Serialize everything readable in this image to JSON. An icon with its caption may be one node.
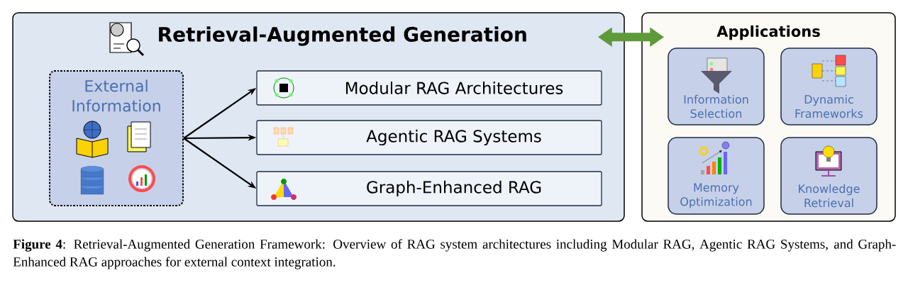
{
  "diagram": {
    "caption": "**Figure 4**: Retrieval-Augmented Generation Framework: Overview of RAG system architectures including Modular RAG, Agentic RAG Systems, and Graph-Enhanced RAG approaches for external context integration.",
    "nodes": [
      {
        "text": [
          "Retrieval-Augmented Generation"
        ]
      },
      {
        "text": [
          "External Information"
        ],
        "in": 0
      },
      {
        "text": [
          "Modular RAG Architectures"
        ],
        "in": 0
      },
      {
        "text": [
          "Agentic RAG Systems"
        ],
        "in": 0
      },
      {
        "text": [
          "Graph-Enhanced RAG"
        ],
        "in": 0
      },
      {
        "text": [
          "Applications"
        ]
      },
      {
        "text": [
          "Information Selection"
        ],
        "in": 5
      },
      {
        "text": [
          "Dynamic Frameworks"
        ],
        "in": 5
      },
      {
        "text": [
          "Memory Optimization"
        ],
        "in": 5
      },
      {
        "text": [
          "Knowledge Retrieval"
        ],
        "in": 5
      }
    ],
    "edges": [
      {
        "from": 1,
        "to": 2,
        "arrow": "to"
      },
      {
        "from": 1,
        "to": 3,
        "arrow": "to"
      },
      {
        "from": 1,
        "to": 4,
        "arrow": "to"
      },
      {
        "from": 0,
        "to": 5,
        "arrow": "both",
        "style": "thick",
        "color": "#5e9a3a"
      }
    ]
  }
}
